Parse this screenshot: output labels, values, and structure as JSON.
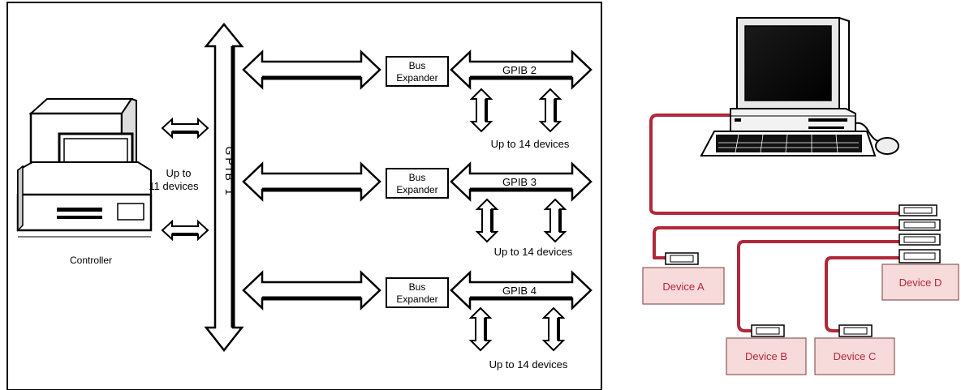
{
  "left_diagram": {
    "bus_label": "GPIB 1",
    "controller_label": "Controller",
    "controller_devices": [
      "Up to",
      "11 devices"
    ],
    "branches": [
      {
        "expander": [
          "Bus",
          "Expander"
        ],
        "gpib": "GPIB 2",
        "devices": "Up to 14 devices"
      },
      {
        "expander": [
          "Bus",
          "Expander"
        ],
        "gpib": "GPIB 3",
        "devices": "Up to 14 devices"
      },
      {
        "expander": [
          "Bus",
          "Expander"
        ],
        "gpib": "GPIB 4",
        "devices": "Up to 14 devices"
      }
    ]
  },
  "right_diagram": {
    "devices": [
      "Device A",
      "Device B",
      "Device C",
      "Device D"
    ],
    "colors": {
      "cable": "#b0283a",
      "device_fill": "#f7dada",
      "device_stroke": "#8a5a5a",
      "device_text": "#b0283a"
    }
  }
}
